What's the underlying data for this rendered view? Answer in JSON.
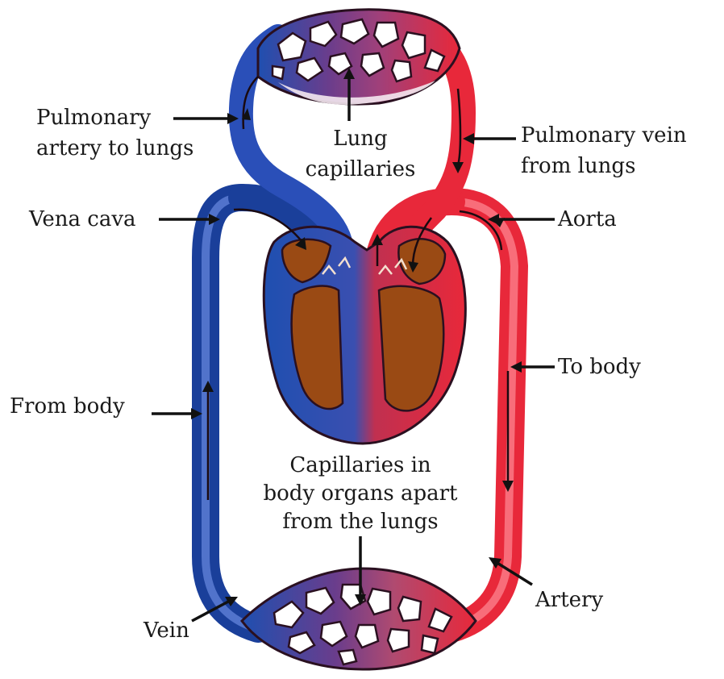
{
  "diagram": {
    "labels": {
      "pulmonary_artery_1": "Pulmonary",
      "pulmonary_artery_2": "artery to lungs",
      "lung_cap_1": "Lung",
      "lung_cap_2": "capillaries",
      "pulmonary_vein_1": "Pulmonary vein",
      "pulmonary_vein_2": "from lungs",
      "vena_cava": "Vena cava",
      "aorta": "Aorta",
      "to_body": "To body",
      "from_body": "From body",
      "body_cap_1": "Capillaries in",
      "body_cap_2": "body organs apart",
      "body_cap_3": "from the lungs",
      "artery": "Artery",
      "vein": "Vein"
    },
    "colors": {
      "deoxygenated": "#1f4fb0",
      "oxygenated": "#e8283a",
      "mixed": "#7a3a80",
      "heart_muscle": "#9a4a14"
    }
  }
}
